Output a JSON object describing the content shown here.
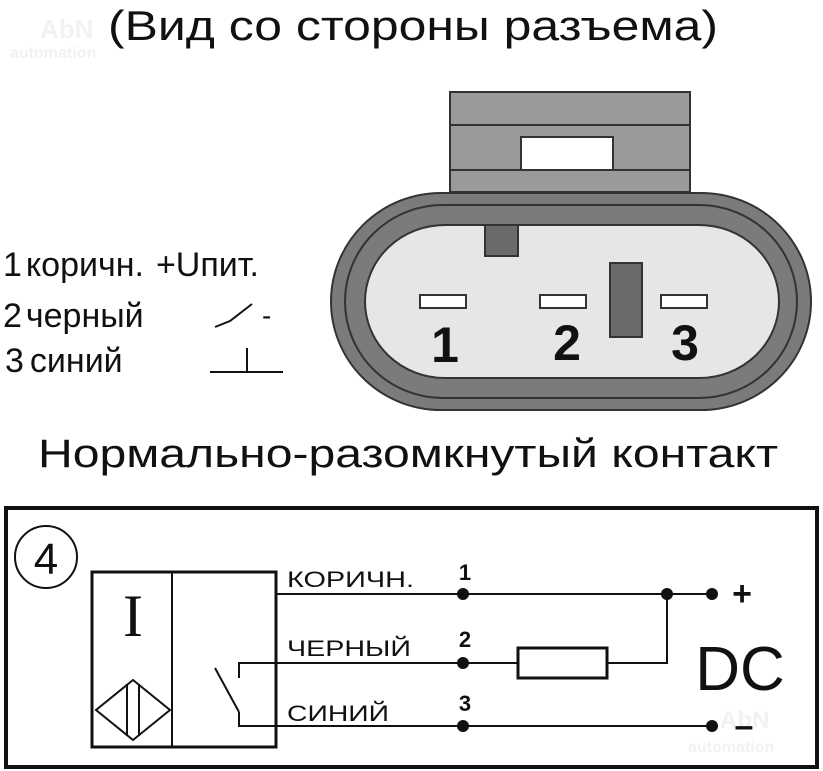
{
  "title": "(Вид со стороны разъема)",
  "connector": {
    "pins": [
      "1",
      "2",
      "3"
    ],
    "colors": {
      "body": "#7b7b7b",
      "tab": "#9a9a9a",
      "face": "#e6e6e6",
      "key": "#6a6a6a"
    }
  },
  "legend": [
    {
      "pin": "1",
      "color": "коричн.",
      "function": "+Uпит."
    },
    {
      "pin": "2",
      "color": "черный",
      "function": "-"
    },
    {
      "pin": "3",
      "color": "синий",
      "function": ""
    }
  ],
  "contact_type": "Нормально-разомкнутый контакт",
  "schematic": {
    "badge": "4",
    "sensor_symbol": "I",
    "wires": [
      {
        "label": "КОРИЧН.",
        "number": "1"
      },
      {
        "label": "ЧЕРНЫЙ",
        "number": "2"
      },
      {
        "label": "СИНИЙ",
        "number": "3"
      }
    ],
    "plus": "+",
    "minus": "–",
    "supply": "DC"
  },
  "watermark": "AbN automation"
}
